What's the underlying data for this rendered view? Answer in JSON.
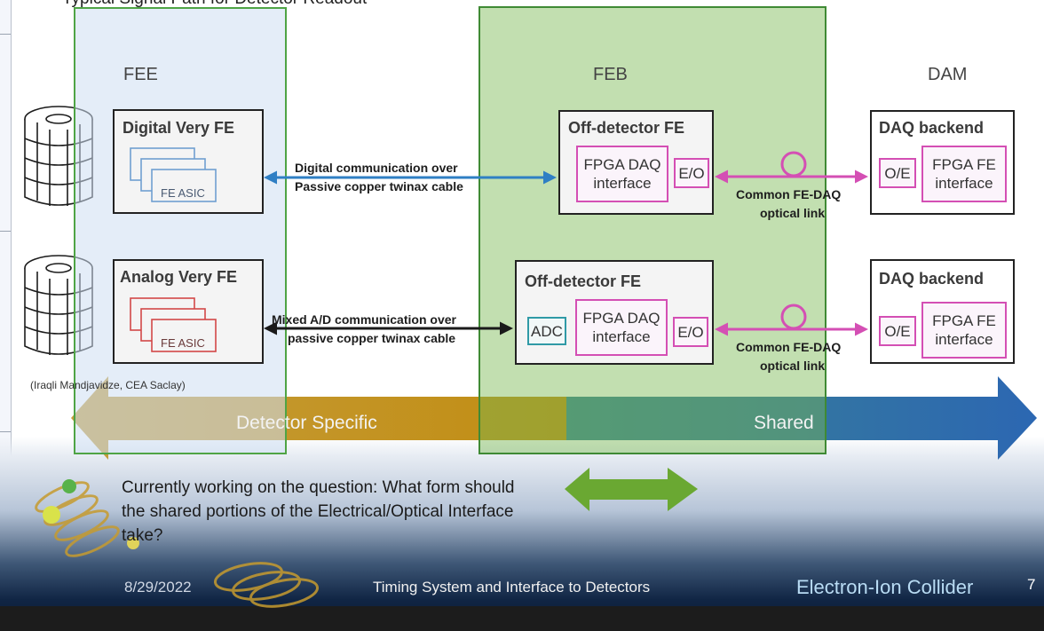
{
  "header": {
    "top_text": "Typical Signal Path for Detector Readout"
  },
  "sections": {
    "fee": "FEE",
    "feb": "FEB",
    "dam": "DAM"
  },
  "top_row": {
    "very_fe_title": "Digital Very FE",
    "asic_label": "FE ASIC",
    "link_line1": "Digital communication over",
    "link_line2": "Passive copper twinax cable",
    "offdet_title": "Off-detector FE",
    "fpga_daq": "FPGA DAQ interface",
    "eo": "E/O",
    "optical_line1": "Common FE-DAQ",
    "optical_line2": "optical link",
    "backend_title": "DAQ backend",
    "oe": "O/E",
    "fpga_fe": "FPGA FE interface"
  },
  "bottom_row": {
    "very_fe_title": "Analog Very FE",
    "asic_label": "FE ASIC",
    "link_line1": "Mixed A/D communication over",
    "link_line2": "passive copper twinax cable",
    "offdet_title": "Off-detector FE",
    "adc": "ADC",
    "fpga_daq": "FPGA DAQ interface",
    "eo": "E/O",
    "optical_line1": "Common FE-DAQ",
    "optical_line2": "optical link",
    "backend_title": "DAQ backend",
    "oe": "O/E",
    "fpga_fe": "FPGA FE interface"
  },
  "credit": "(Iraqli Mandjavidze, CEA Saclay)",
  "big_arrow": {
    "left_label": "Detector Specific",
    "right_label": "Shared"
  },
  "note": "Currently working on the question:  What form should the shared portions of the Electrical/Optical Interface take?",
  "footer": {
    "date": "8/29/2022",
    "title": "Timing System and Interface to Detectors",
    "brand": "Electron-Ion Collider",
    "page": "7"
  },
  "colors": {
    "fee_region": "#cddef2",
    "feb_region": "#78b950",
    "region_border": "#4fa445",
    "link_magenta": "#d44fb4",
    "digital_arrow": "#2f7fc4",
    "asic_blue": "#6f9fd0",
    "asic_red": "#d24848",
    "arrow_gold": "#c59a2a",
    "arrow_blue": "#2e6fb3"
  }
}
